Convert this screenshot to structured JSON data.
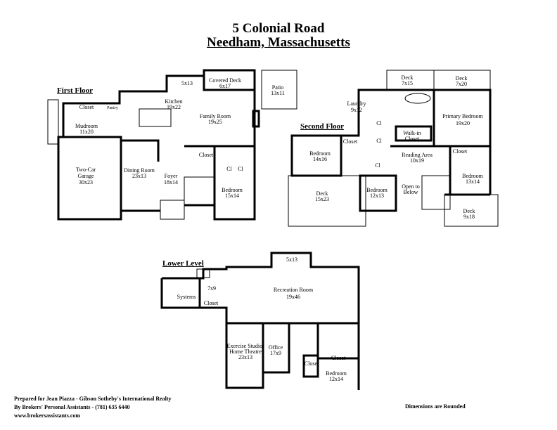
{
  "header": {
    "title": "5 Colonial Road",
    "subtitle": "Needham, Massachusetts"
  },
  "first_floor": {
    "title": "First Floor",
    "rooms": [
      {
        "name": "Mudroom",
        "dims": "11x20"
      },
      {
        "name": "Closet"
      },
      {
        "name": "Pantry"
      },
      {
        "name": "Kitchen",
        "dims": "19x22"
      },
      {
        "name": "5x13"
      },
      {
        "name": "Covered Deck",
        "dims": "6x17"
      },
      {
        "name": "Patio",
        "dims": "13x11"
      },
      {
        "name": "Family Room",
        "dims": "19x25"
      },
      {
        "name": "Two-Car",
        "dims": "Garage",
        "extra": "30x23"
      },
      {
        "name": "Dining Room",
        "dims": "23x13"
      },
      {
        "name": "Foyer",
        "dims": "18x14"
      },
      {
        "name": "Closet"
      },
      {
        "name": "Cl"
      },
      {
        "name": "Cl"
      },
      {
        "name": "Bedroom",
        "dims": "15x14"
      }
    ]
  },
  "second_floor": {
    "title": "Second Floor",
    "rooms": [
      {
        "name": "Deck",
        "dims": "7x15"
      },
      {
        "name": "Deck",
        "dims": "7x20"
      },
      {
        "name": "Laundry",
        "dims": "9x12"
      },
      {
        "name": "Primary Bedroom",
        "dims": "19x20"
      },
      {
        "name": "Walk-in",
        "dims": "Closet"
      },
      {
        "name": "Closet"
      },
      {
        "name": "Bedroom",
        "dims": "14x16"
      },
      {
        "name": "Reading Area",
        "dims": "10x19"
      },
      {
        "name": "Closet"
      },
      {
        "name": "Cl"
      },
      {
        "name": "Bedroom",
        "dims": "13x14"
      },
      {
        "name": "Open to",
        "dims": "Below"
      },
      {
        "name": "Bedroom",
        "dims": "12x13"
      },
      {
        "name": "Deck",
        "dims": "15x23"
      },
      {
        "name": "Deck",
        "dims": "9x18"
      },
      {
        "name": "Cl"
      },
      {
        "name": "Cl"
      }
    ]
  },
  "lower_level": {
    "title": "Lower Level",
    "rooms": [
      {
        "name": "5x13"
      },
      {
        "name": "Recreation Room",
        "dims": "19x46"
      },
      {
        "name": "7x9"
      },
      {
        "name": "Systems"
      },
      {
        "name": "Closet"
      },
      {
        "name": "Exercise Studio/",
        "dims": "Home Theatre",
        "extra": "23x13"
      },
      {
        "name": "Office",
        "dims": "17x9"
      },
      {
        "name": "Closet"
      },
      {
        "name": "Closet"
      },
      {
        "name": "Bedroom",
        "dims": "12x14"
      }
    ]
  },
  "footer": {
    "line1": "Prepared for Jean Piazza - Gibson Sotheby's International Realty",
    "line2": "By Brokers' Personal Assistants - (781) 635 6440",
    "line3": "www.brokersassistants.com",
    "note": "Dimensions are Rounded"
  }
}
